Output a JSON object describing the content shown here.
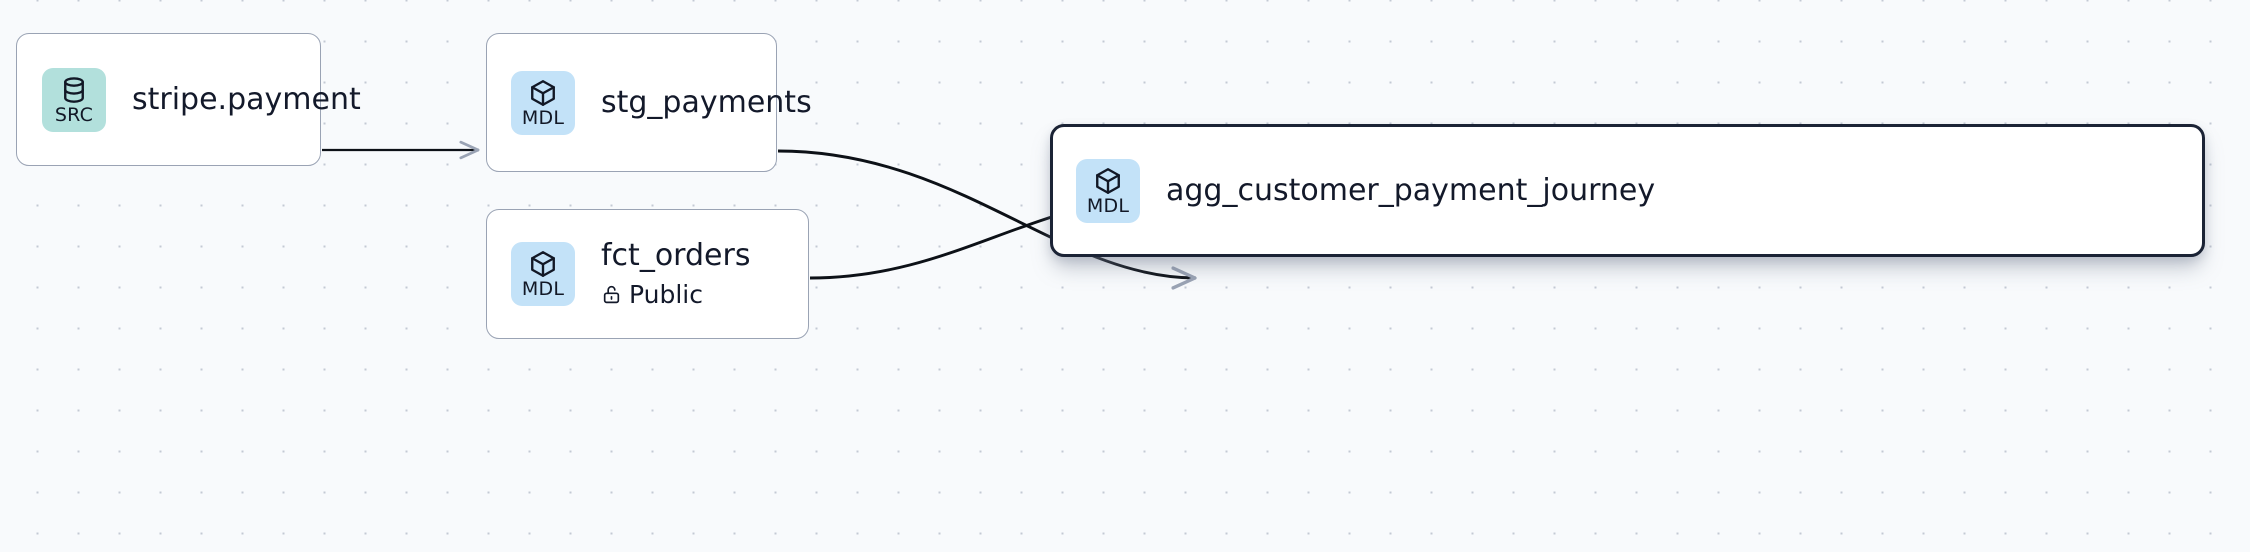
{
  "canvas": {
    "background_color": "#f8fafc",
    "grid_dot_color": "#c3c9d4",
    "grid_spacing": "41"
  },
  "graph": {
    "type": "lineage-dag",
    "nodes": [
      {
        "id": "stripe-payment",
        "title": "stripe.payment",
        "badge_label": "SRC",
        "badge_icon": "database-icon",
        "badge_color": "#b2e0dc",
        "selected": false,
        "subtitle": null,
        "subtitle_icon": null
      },
      {
        "id": "stg-payments",
        "title": "stg_payments",
        "badge_label": "MDL",
        "badge_icon": "cube-icon",
        "badge_color": "#c3e2f8",
        "selected": false,
        "subtitle": null,
        "subtitle_icon": null
      },
      {
        "id": "fct-orders",
        "title": "fct_orders",
        "badge_label": "MDL",
        "badge_icon": "cube-icon",
        "badge_color": "#c3e2f8",
        "selected": false,
        "subtitle": "Public",
        "subtitle_icon": "unlock-icon"
      },
      {
        "id": "agg-customer-payment-journey",
        "title": "agg_customer_payment_journey",
        "badge_label": "MDL",
        "badge_icon": "cube-icon",
        "badge_color": "#c3e2f8",
        "selected": true,
        "subtitle": null,
        "subtitle_icon": null
      }
    ],
    "edges": [
      {
        "from": "stripe-payment",
        "to": "stg-payments",
        "style": "straight",
        "arrowhead": true
      },
      {
        "from": "stg-payments",
        "to": "agg-customer-payment-journey",
        "style": "bezier",
        "arrowhead": true
      },
      {
        "from": "fct-orders",
        "to": "agg-customer-payment-journey",
        "style": "bezier",
        "arrowhead": true
      }
    ],
    "edge_color": "#0d1117",
    "selected_border_color": "#1b2335"
  }
}
